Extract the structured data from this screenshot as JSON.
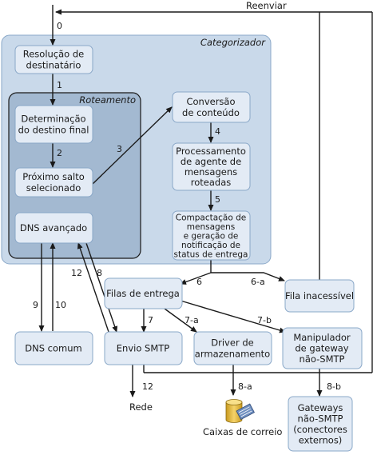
{
  "resend_label": "Reenviar",
  "regions": {
    "categorizer": "Categorizador",
    "routing": "Roteamento"
  },
  "nodes": {
    "recipient_resolution": [
      "Resolução de",
      "destinatário"
    ],
    "final_destination": [
      "Determinação",
      "do destino final"
    ],
    "next_hop": [
      "Próximo salto",
      "selecionado"
    ],
    "advanced_dns": [
      "DNS avançado"
    ],
    "content_conversion": [
      "Conversão",
      "de conteúdo"
    ],
    "routed_agent_processing": [
      "Processamento",
      "de agente de",
      "mensagens",
      "roteadas"
    ],
    "message_packaging": [
      "Compactação de",
      "mensagens",
      "e geração de",
      "notificação de",
      "status de entrega"
    ],
    "delivery_queues": [
      "Filas de entrega"
    ],
    "unreachable_queue": [
      "Fila inacessível"
    ],
    "common_dns": [
      "DNS comum"
    ],
    "smtp_send": [
      "Envio SMTP"
    ],
    "store_driver": [
      "Driver de",
      "armazenamento"
    ],
    "gateway_handler": [
      "Manipulador",
      "de gateway",
      "não-SMTP"
    ],
    "non_smtp_gateways": [
      "Gateways",
      "não-SMTP",
      "(conectores",
      "externos)"
    ]
  },
  "endpoints": {
    "network": "Rede",
    "mailboxes": "Caixas de correio"
  },
  "steps": {
    "s0": "0",
    "s1": "1",
    "s2": "2",
    "s3": "3",
    "s4": "4",
    "s5": "5",
    "s6": "6",
    "s6a": "6-a",
    "s7": "7",
    "s7a": "7-a",
    "s7b": "7-b",
    "s8": "8",
    "s8a": "8-a",
    "s8b": "8-b",
    "s9": "9",
    "s10": "10",
    "s12a": "12",
    "s12b": "12"
  },
  "colors": {
    "categorizer_fill": "#c9d9ea",
    "routing_fill": "#a3b9d1",
    "node_fill": "#e3ebf5",
    "node_stroke": "#8aa8c8",
    "line": "#1a1a1a"
  }
}
